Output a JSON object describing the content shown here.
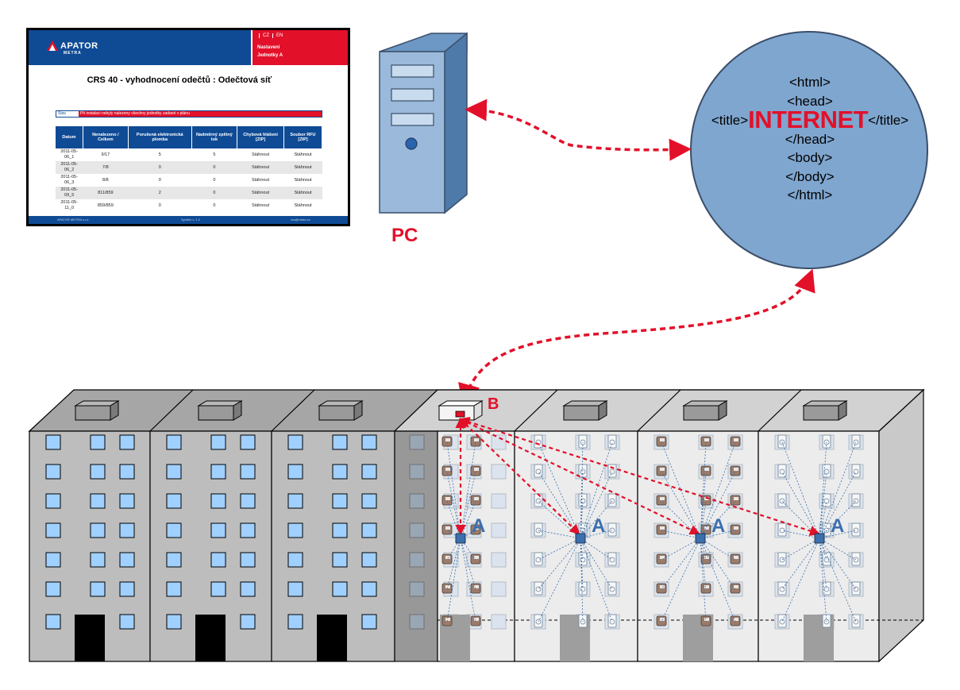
{
  "screenshot": {
    "logo": "APATOR",
    "logo_sub": "METRA",
    "lang_cz": "CZ",
    "lang_en": "EN",
    "menu1": "Nastavení",
    "menu2": "Jednotky A",
    "title": "CRS 40 - vyhodnocení odečtů : Odečtová síť",
    "status_label": "Stav",
    "status_message": "Při instalaci nebyly nalezeny všechny jednotky zadané v plánu",
    "columns": [
      "Datum",
      "Nenalezeno / Celkem",
      "Porušená elektronická plomba",
      "Nadměrný zpětný tok",
      "Chybová hlášení [ZIP]",
      "Soubor RFU [ZIP]"
    ],
    "rows": [
      [
        "2011-05-06_1",
        "9/17",
        "5",
        "5",
        "Stáhnout",
        "Stáhnout"
      ],
      [
        "2011-05-06_2",
        "7/8",
        "0",
        "0",
        "Stáhnout",
        "Stáhnout"
      ],
      [
        "2011-05-06_3",
        "8/8",
        "0",
        "0",
        "Stáhnout",
        "Stáhnout"
      ],
      [
        "2011-05-09_5",
        "811/859",
        "2",
        "0",
        "Stáhnout",
        "Stáhnout"
      ],
      [
        "2011-05-11_0",
        "859/859",
        "0",
        "0",
        "Stáhnout",
        "Stáhnout"
      ]
    ],
    "footer_left": "APATOR METRA s.r.o.",
    "footer_mid": "Systém v. 1.2",
    "footer_right": "crs@metra.cz"
  },
  "pc_label": "PC",
  "internet": {
    "line1": "<html>",
    "line2": "<head>",
    "title_open": "<title>",
    "title_word": "INTERNET",
    "title_close": "</title>",
    "line4": "</head>",
    "line5": "<body>",
    "line6": "</body>",
    "line7": "</html>"
  },
  "label_b": "B",
  "label_a": "A",
  "colors": {
    "accent_red": "#e3102a",
    "brand_blue": "#0f4b95",
    "globe_fill": "#7fa6cf",
    "pc_blue": "#9bb9da",
    "building_gray": "#bdbdbd",
    "window_blue": "#9fd0ff"
  }
}
